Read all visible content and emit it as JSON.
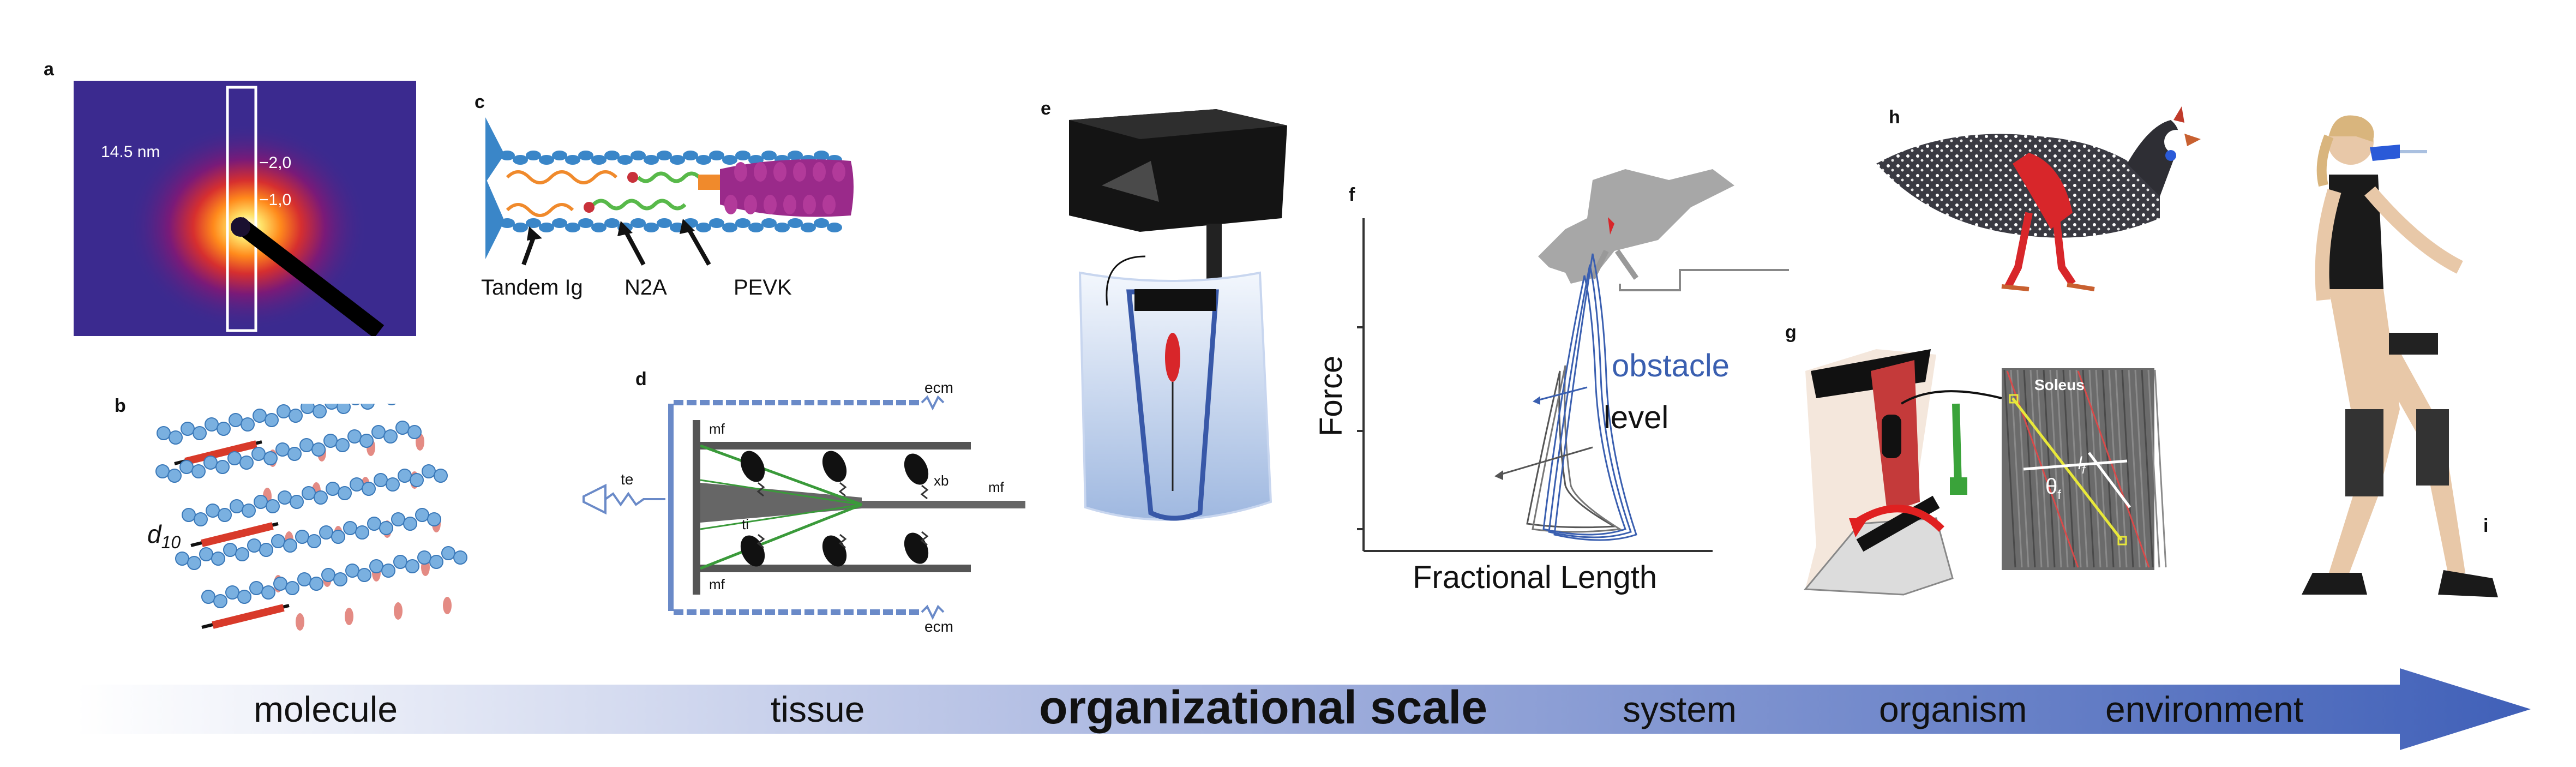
{
  "panels": {
    "a": {
      "label": "a",
      "spacing": "14.5 nm",
      "reflection_2": "−2,0",
      "reflection_1": "−1,0"
    },
    "b": {
      "label": "b",
      "lattice": "d",
      "lattice_sub": "10"
    },
    "c": {
      "label": "c",
      "tandem": "Tandem Ig",
      "n2a": "N2A",
      "pevk": "PEVK"
    },
    "d": {
      "label": "d",
      "ecm_top": "ecm",
      "ecm_bottom": "ecm",
      "mf_top": "mf",
      "mf_bottom": "mf",
      "mf_right": "mf",
      "te": "te",
      "ti": "ti",
      "xb": "xb"
    },
    "e": {
      "label": "e"
    },
    "f": {
      "label": "f",
      "ylabel": "Force",
      "xlabel": "Fractional Length",
      "obstacle": "obstacle",
      "level": "level"
    },
    "g": {
      "label": "g",
      "soleus": "Soleus",
      "lf": "l",
      "lf_sub": "f",
      "theta": "θ",
      "theta_sub": "f"
    },
    "h": {
      "label": "h"
    },
    "i": {
      "label": "i"
    }
  },
  "scale_bar": {
    "title": "organizational scale",
    "levels": [
      "molecule",
      "tissue",
      "system",
      "organism",
      "environment"
    ],
    "start_color": "#ffffff",
    "end_color": "#4060b8"
  },
  "colors": {
    "obstacle_blue": "#3a5fb0",
    "level_gray": "#555555",
    "muscle_red": "#d8262a",
    "filament_blue": "#3a86c8",
    "spring_green": "#3a9a3a"
  }
}
